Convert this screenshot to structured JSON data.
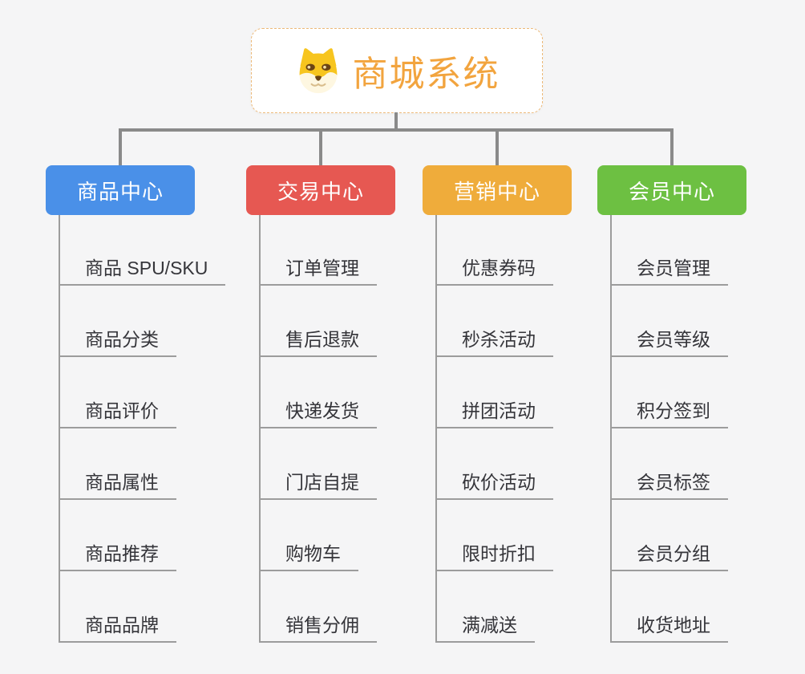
{
  "root": {
    "title": "商城系统",
    "icon": "shiba-dog-icon"
  },
  "branches": [
    {
      "label": "商品中心",
      "color": "#4A90E8",
      "children": [
        "商品 SPU/SKU",
        "商品分类",
        "商品评价",
        "商品属性",
        "商品推荐",
        "商品品牌"
      ]
    },
    {
      "label": "交易中心",
      "color": "#E65852",
      "children": [
        "订单管理",
        "售后退款",
        "快递发货",
        "门店自提",
        "购物车",
        "销售分佣"
      ]
    },
    {
      "label": "营销中心",
      "color": "#EFAC3B",
      "children": [
        "优惠券码",
        "秒杀活动",
        "拼团活动",
        "砍价活动",
        "限时折扣",
        "满减送"
      ]
    },
    {
      "label": "会员中心",
      "color": "#6DC042",
      "children": [
        "会员管理",
        "会员等级",
        "积分签到",
        "会员标签",
        "会员分组",
        "收货地址"
      ]
    }
  ],
  "colors": {
    "background": "#F5F5F6",
    "connector_line": "#8A8A8A",
    "child_underline": "#9C9C9C",
    "child_text": "#35353A",
    "root_text": "#F2A43E",
    "root_border": "#EDB978",
    "header_text": "#FFFFFF"
  }
}
